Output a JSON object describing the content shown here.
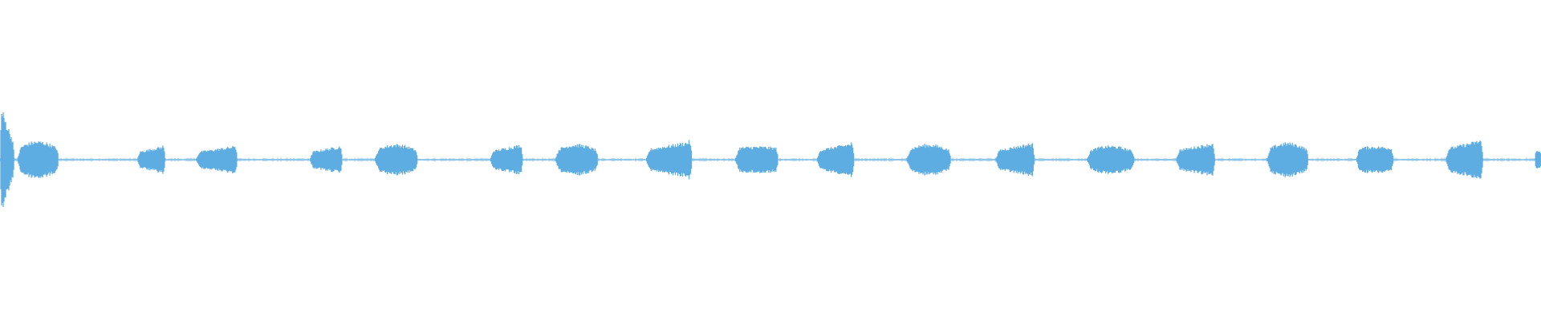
{
  "waveform": {
    "color": "#5dade2",
    "peak_amplitude": 0.36,
    "baseline_noise": 0.012,
    "segments": [
      {
        "start": 0.0,
        "end": 0.009,
        "amp": 0.36,
        "shape": "spike"
      },
      {
        "start": 0.011,
        "end": 0.038,
        "amp": 0.12,
        "shape": "hump"
      },
      {
        "start": 0.089,
        "end": 0.107,
        "amp": 0.09,
        "shape": "rise"
      },
      {
        "start": 0.127,
        "end": 0.154,
        "amp": 0.09,
        "shape": "rise"
      },
      {
        "start": 0.201,
        "end": 0.222,
        "amp": 0.09,
        "shape": "rise"
      },
      {
        "start": 0.243,
        "end": 0.271,
        "amp": 0.1,
        "shape": "hump"
      },
      {
        "start": 0.318,
        "end": 0.339,
        "amp": 0.1,
        "shape": "rise"
      },
      {
        "start": 0.36,
        "end": 0.388,
        "amp": 0.1,
        "shape": "hump"
      },
      {
        "start": 0.419,
        "end": 0.449,
        "amp": 0.12,
        "shape": "rise"
      },
      {
        "start": 0.477,
        "end": 0.505,
        "amp": 0.09,
        "shape": "flat"
      },
      {
        "start": 0.53,
        "end": 0.554,
        "amp": 0.11,
        "shape": "rise"
      },
      {
        "start": 0.588,
        "end": 0.617,
        "amp": 0.1,
        "shape": "hump"
      },
      {
        "start": 0.646,
        "end": 0.671,
        "amp": 0.11,
        "shape": "rise"
      },
      {
        "start": 0.705,
        "end": 0.736,
        "amp": 0.09,
        "shape": "hump"
      },
      {
        "start": 0.763,
        "end": 0.788,
        "amp": 0.11,
        "shape": "rise"
      },
      {
        "start": 0.822,
        "end": 0.849,
        "amp": 0.11,
        "shape": "hump"
      },
      {
        "start": 0.88,
        "end": 0.904,
        "amp": 0.09,
        "shape": "flat"
      },
      {
        "start": 0.938,
        "end": 0.962,
        "amp": 0.13,
        "shape": "rise"
      },
      {
        "start": 0.996,
        "end": 1.0,
        "amp": 0.06,
        "shape": "flat"
      }
    ]
  }
}
